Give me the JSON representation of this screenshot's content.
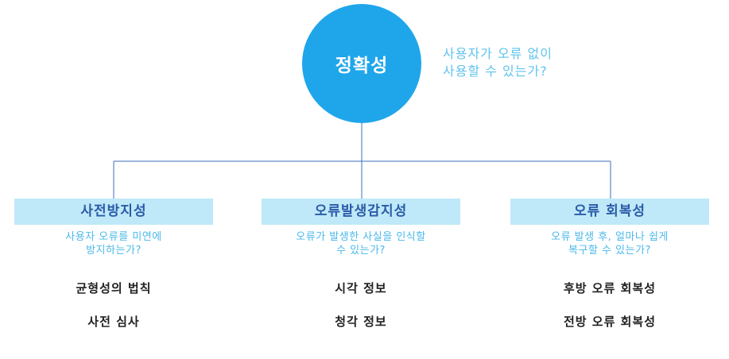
{
  "root": {
    "title": "정확성",
    "description": "사용자가 오류 없이\n사용할 수 있는가?"
  },
  "branches": [
    {
      "title": "사전방지성",
      "description": "사용자 오류를 미연에\n방지하는가?",
      "items": [
        "균형성의 법칙",
        "사전 심사"
      ]
    },
    {
      "title": "오류발생감지성",
      "description": "오류가 발생한 사실을 인식할\n수 있는가?",
      "items": [
        "시각 정보",
        "청각 정보"
      ]
    },
    {
      "title": "오류 회복성",
      "description": "오류 발생 후, 얼마나 쉽게\n복구할 수 있는가?",
      "items": [
        "후방 오류 회복성",
        "전방 오류 회복성"
      ]
    }
  ],
  "colors": {
    "circle": "#1fa6ea",
    "root_description": "#5fc3ee",
    "branch_box": "#bfe9f8",
    "branch_title": "#2a5aa8",
    "branch_description": "#4ab9ea",
    "connector": "#3d6fb8",
    "item_text": "#222222"
  }
}
